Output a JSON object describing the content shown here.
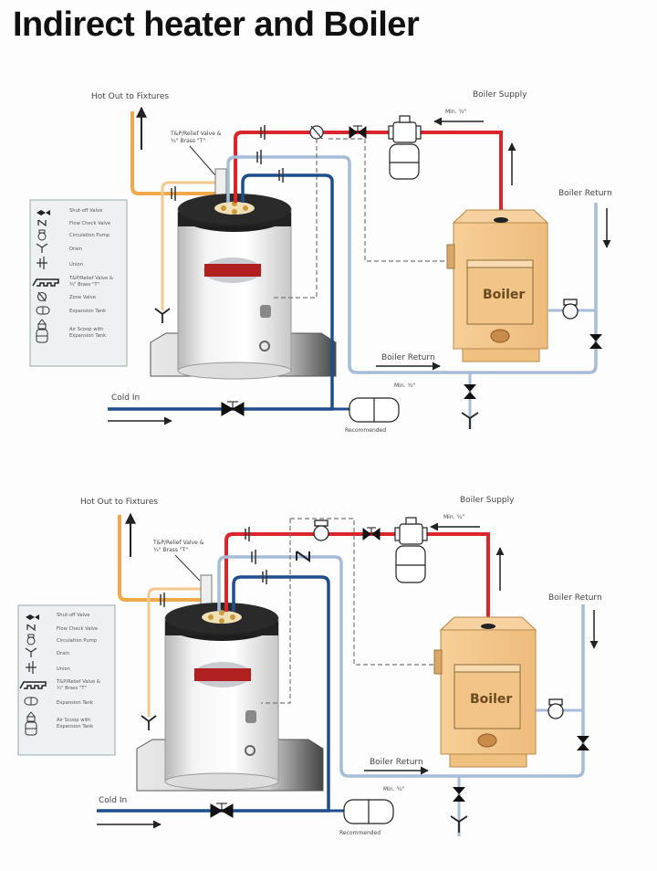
{
  "title": "Indirect heater and Boiler",
  "colors": {
    "hot_out": "#f0a848",
    "boiler_supply": "#d8262a",
    "boiler_return": "#a6bcd8",
    "cold_in": "#1f4e8c",
    "boiler_body": "#f2c488",
    "tank_top": "#1a1a1a",
    "nameplate": "#b02020"
  },
  "legend": {
    "items": [
      {
        "icon": "shutoff-valve-icon",
        "label": "Shut-off Valve"
      },
      {
        "icon": "flow-check-valve-icon",
        "label": "Flow Check Valve"
      },
      {
        "icon": "circulation-pump-icon",
        "label": "Circulation Pump"
      },
      {
        "icon": "drain-icon",
        "label": "Drain"
      },
      {
        "icon": "union-icon",
        "label": "Union"
      },
      {
        "icon": "relief-valve-tee-icon",
        "label": "T&P/Relief Valve &",
        "label2": "¾\" Brass \"T\""
      },
      {
        "icon": "zone-valve-icon",
        "label": "Zone Valve"
      },
      {
        "icon": "expansion-tank-icon",
        "label": "Expansion Tank"
      },
      {
        "icon": "air-scoop-icon",
        "label": "Air Scoop with",
        "label2": "Expansion Tank"
      }
    ]
  },
  "diagrams": [
    {
      "variant": "zone-valve",
      "labels": {
        "hot_out": "Hot Out to Fixtures",
        "relief_valve_line1": "T&P/Relief Valve &",
        "relief_valve_line2": "¾\" Brass \"T\"",
        "boiler_supply": "Boiler Supply",
        "min_supply": "Min. ¾\"",
        "boiler_return_right": "Boiler Return",
        "boiler": "Boiler",
        "boiler_return_bottom": "Boiler Return",
        "min_return": "Min. ¾\"",
        "cold_in": "Cold In",
        "recommended": "Recommended"
      }
    },
    {
      "variant": "circulator",
      "labels": {
        "hot_out": "Hot Out to Fixtures",
        "relief_valve_line1": "T&P/Relief Valve &",
        "relief_valve_line2": "¾\" Brass \"T\"",
        "boiler_supply": "Boiler Supply",
        "min_supply": "Min. ¾\"",
        "boiler_return_right": "Boiler Return",
        "boiler": "Boiler",
        "boiler_return_bottom": "Boiler Return",
        "min_return": "Min. ¾\"",
        "cold_in": "Cold In",
        "recommended": "Recommended"
      }
    }
  ]
}
